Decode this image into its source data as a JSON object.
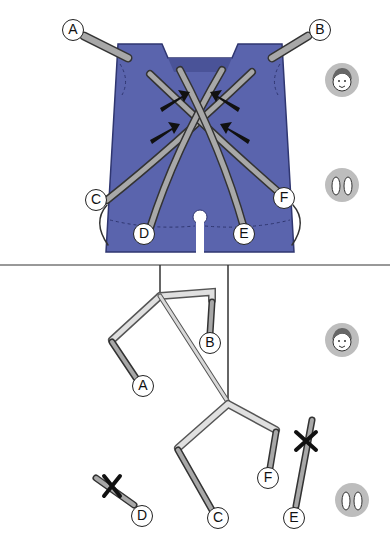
{
  "diagram": {
    "labels": [
      "A",
      "B",
      "C",
      "F",
      "D",
      "E",
      "B",
      "A",
      "F",
      "D",
      "C",
      "E"
    ]
  }
}
